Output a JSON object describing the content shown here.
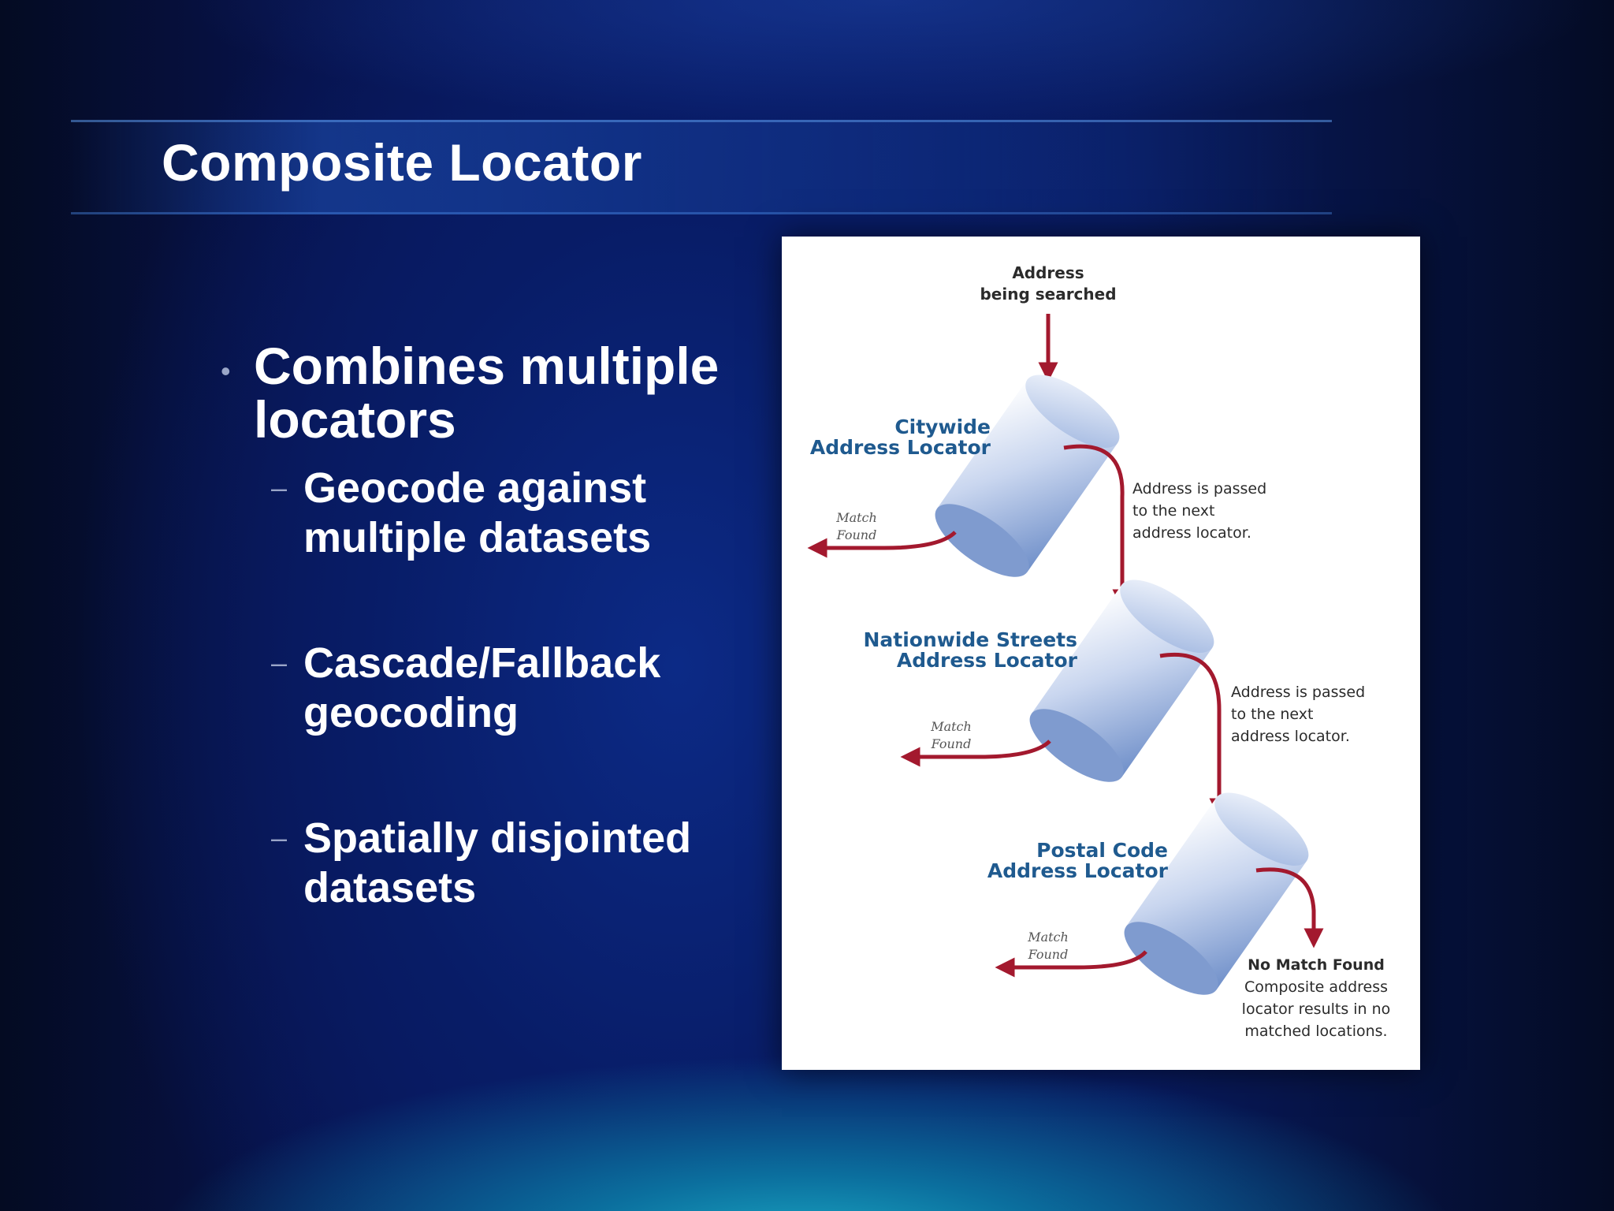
{
  "slide": {
    "title": "Composite Locator",
    "bullet": "Combines multiple locators",
    "sub_bullets": [
      "Geocode against multiple datasets",
      "Cascade/Fallback geocoding",
      "Spatially disjointed datasets"
    ]
  },
  "diagram": {
    "input_label_line1": "Address",
    "input_label_line2": "being searched",
    "locators": [
      {
        "name_line1": "Citywide",
        "name_line2": "Address Locator",
        "match_line1": "Match",
        "match_line2": "Found"
      },
      {
        "name_line1": "Nationwide Streets",
        "name_line2": "Address Locator",
        "match_line1": "Match",
        "match_line2": "Found"
      },
      {
        "name_line1": "Postal Code",
        "name_line2": "Address Locator",
        "match_line1": "Match",
        "match_line2": "Found"
      }
    ],
    "passed_notes": [
      {
        "line1": "Address is passed",
        "line2": "to the next",
        "line3": "address locator."
      },
      {
        "line1": "Address is passed",
        "line2": "to the next",
        "line3": "address locator."
      }
    ],
    "no_match": {
      "title": "No Match Found",
      "line1": "Composite address",
      "line2": "locator results in no",
      "line3": "matched locations."
    },
    "colors": {
      "arrow": "#a3192e",
      "label_blue": "#1f5a8f",
      "cylinder": "#8fa9d8"
    }
  }
}
